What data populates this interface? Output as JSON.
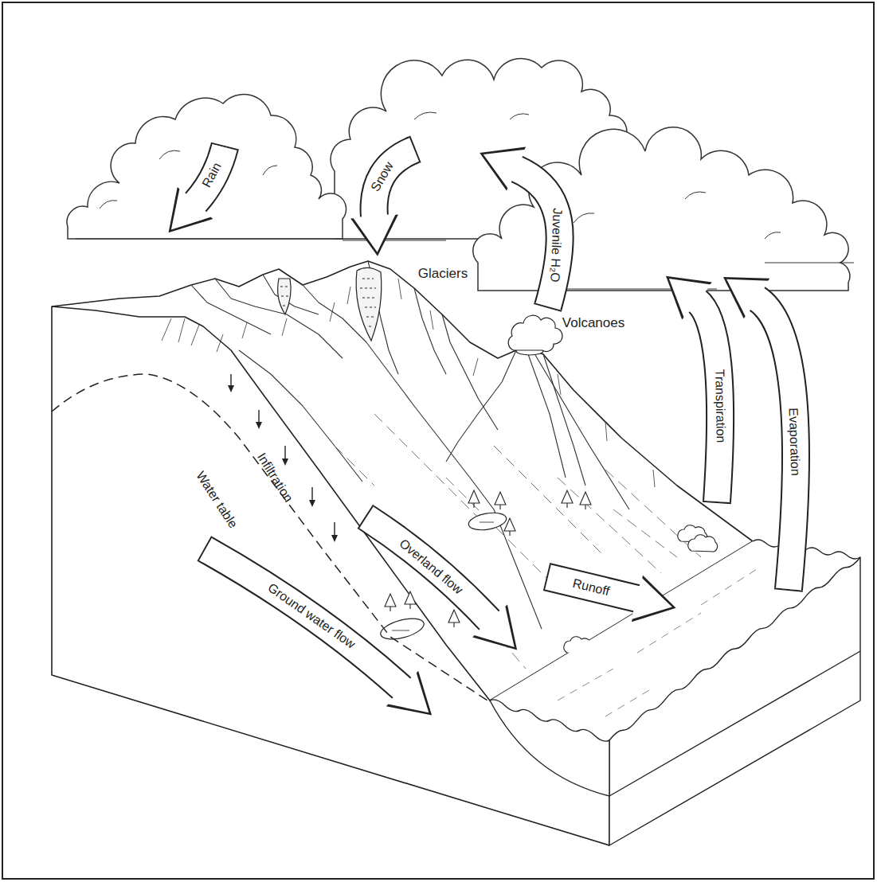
{
  "diagram": {
    "labels": [
      "Rain",
      "Snow",
      "Juvenile H₂O",
      "Glaciers",
      "Volcanoes",
      "Transpiration",
      "Evaporation",
      "Infiltration",
      "Water table",
      "Overland flow",
      "Runoff",
      "Ground water flow"
    ]
  }
}
